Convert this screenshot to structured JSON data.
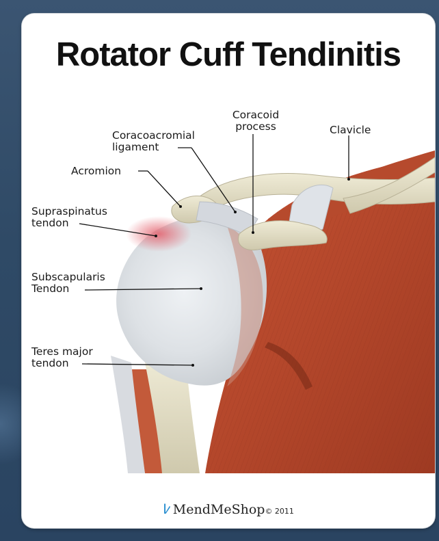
{
  "title": "Rotator Cuff Tendinitis",
  "labels": {
    "coracoid": [
      "Coracoid",
      "process"
    ],
    "coracoacromial": [
      "Coracoacromial",
      "ligament"
    ],
    "clavicle": [
      "Clavicle"
    ],
    "acromion": [
      "Acromion"
    ],
    "supraspinatus": [
      "Supraspinatus",
      "tendon"
    ],
    "subscapularis": [
      "Subscapularis",
      "Tendon"
    ],
    "teres_major": [
      "Teres major",
      "tendon"
    ]
  },
  "footer": {
    "brand": "MendMeShop",
    "copyright": "© 2011"
  },
  "colors": {
    "background": "#34506d",
    "muscle": "#b8482c",
    "bone": "#e6e1c9",
    "tendon": "#d9dde1",
    "inflammation": "#e8707a",
    "logo": "#2a8fd0"
  },
  "icons": {
    "logo": "stick-figure-icon"
  }
}
